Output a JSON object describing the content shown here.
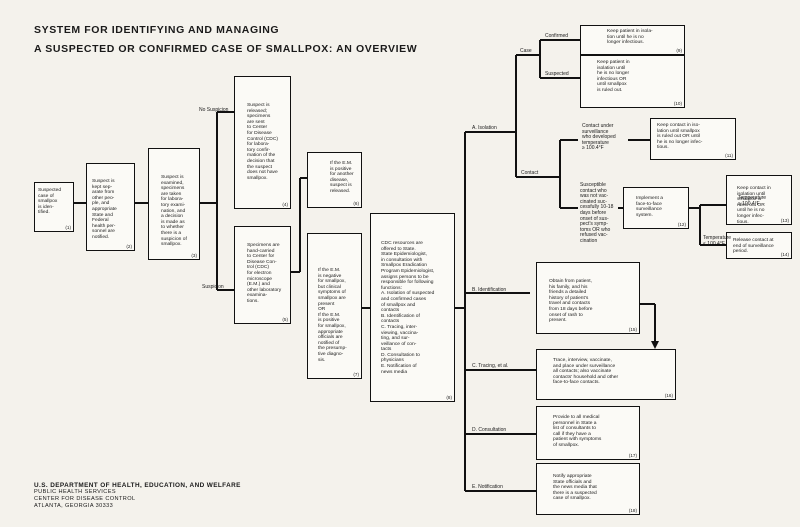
{
  "title": {
    "line1": "SYSTEM FOR IDENTIFYING AND MANAGING",
    "line2": "A SUSPECTED OR CONFIRMED CASE OF SMALLPOX: AN OVERVIEW"
  },
  "footer": {
    "line1": "U.S. DEPARTMENT OF HEALTH, EDUCATION, AND WELFARE",
    "line2": "PUBLIC HEALTH SERVICES",
    "line3": "CENTER FOR DISEASE CONTROL",
    "line4": "ATLANTA, GEORGIA 30333"
  },
  "boxes": {
    "b1": {
      "text": "Suspected\ncase of\nsmallpox\nis iden-\ntified.",
      "num": "(1)"
    },
    "b2": {
      "text": "Suspect is\nkept sep-\narate from\nother peo-\nple, and\nappropriate\nState and\nFederal\nhealth per-\nsonnel are\nnotified.",
      "num": "(2)"
    },
    "b3": {
      "text": "Suspect is\nexamined,\nspecimens\nare taken\nfor labora-\ntory exami-\nnation, and\na decision\nis made as\nto whether\nthere is a\nsuspicion of\nsmallpox.",
      "num": "(3)"
    },
    "b4": {
      "text": "Suspect is\nreleased;\nspecimens\nare sent\nto Center\nfor Disease\nControl (CDC)\nfor labora-\ntory confir-\nmation of the\ndecision that\nthe suspect\ndoes not have\nsmallpox.",
      "num": "(4)"
    },
    "b5": {
      "text": "Specimens are\nhand-carried\nto Center for\nDisease Con-\ntrol (CDC)\nfor electron\nmicroscope\n(E.M.) and\nother laboratory\nexamina-\ntions.",
      "num": "(5)"
    },
    "b6": {
      "text": "If the E.M.\nis positive\nfor another\ndisease,\nsuspect is\nreleased.",
      "num": "(6)"
    },
    "b7": {
      "text": "If the E.M.\nis negative\nfor smallpox,\nbut clinical\nsymptoms of\nsmallpox are\npresent\n        OR\nIf the E.M.\nis positive\nfor smallpox,\nappropriate\nofficials are\nnotified of\nthe presump-\ntive diagno-\nsis.",
      "num": "(7)"
    },
    "b8": {
      "text": "CDC resources are\noffered to State.\nState Epidemiologist,\nin consultation with\nSmallpox Eradication\nProgram Epidemiologist,\nassigns persons to be\nresponsible for following\nfunctions:\nA.  Isolation of suspected\n     and confirmed cases\n     of smallpox and\n     contacts\nB.  Identification of\n     contacts\nC.  Tracing, inter-\n     viewing, vaccina-\n     ting, and sur-\n     veillance of con-\n     tacts\nD.  Consultation to\n     physicians\nE.  Notification of\n     news media",
      "num": "(8)"
    },
    "b9": {
      "text": "Keep patient in isola-\ntion until he is no\nlonger infectious.",
      "num": "(9)"
    },
    "b10": {
      "text": "Keep patient in\nisolation until\nhe is no longer\ninfectious OR\nuntil smallpox\nis ruled out.",
      "num": "(10)"
    },
    "b11": {
      "text": "Keep contact in iso-\nlation until smallpox\nis ruled out OR until\nhe is no longer infec-\ntious.",
      "num": "(11)"
    },
    "b12": {
      "text": "Implement a\nface-to-face\nsurveillance\nsystem.",
      "num": "(12)"
    },
    "b13": {
      "text": "Keep contact in\nisolation until\nsmallpox is\nruled out OR\nuntil he is no\nlonger infec-\ntious.",
      "num": "(13)"
    },
    "b14": {
      "text": "Release contact at\nend of surveillance\nperiod.",
      "num": "(14)"
    },
    "b15": {
      "text": "Obtain from patient,\nhis family, and his\nfriends a detailed\nhistory of patient's\ntravel and contacts\nfrom 18 days before\nonset of rash to\npresent.",
      "num": "(15)"
    },
    "b16": {
      "text": "Trace, interview, vaccinate,\nand place under surveillance\nall contacts; also vaccinate\ncontacts' household and other\nface-to-face contacts.",
      "num": "(16)"
    },
    "b17": {
      "text": "Provide to all medical\npersonnel in State a\nlist of consultants to\ncall if they have a\npatient with symptoms\nof smallpox.",
      "num": "(17)"
    },
    "b18": {
      "text": "Notify appropriate\nState officials and\nthe news media that\nthere is a suspected\ncase of smallpox.",
      "num": "(18)"
    }
  },
  "labels": {
    "no_suspicion": "No Suspicion",
    "suspicion": "Suspicion",
    "isolation": "A.  Isolation",
    "identification": "B.  Identification",
    "tracing": "C.  Tracing, et al.",
    "consultation": "D.  Consultation",
    "notification": "E.  Notification",
    "case": "Case",
    "contact": "Contact",
    "confirmed": "Confirmed",
    "suspected": "Suspected",
    "contact_developed": "Contact under\nsurveillance\nwho developed\ntemperature\n≥ 100.4°F",
    "susceptible": "Susceptible\ncontact who\nwas not vac-\ncinated suc-\ncessfully 10-18\ndays before\nonset of sus-\npect's symp-\ntoms OR who\nrefused vac-\ncination",
    "temp_high": "Temperature\n≥ 100.4°F",
    "temp_low": "Temperature\n< 100.4°F"
  }
}
